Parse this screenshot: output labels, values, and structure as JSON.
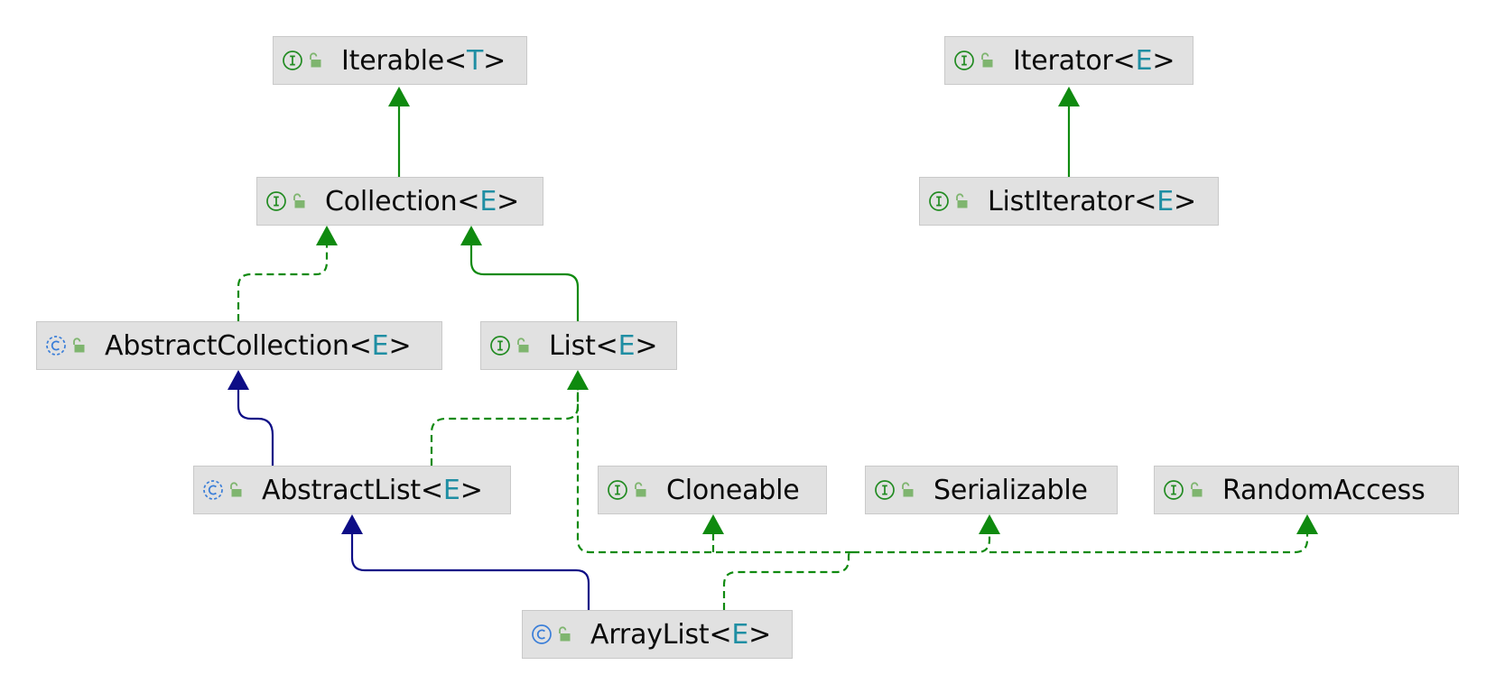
{
  "diagram": {
    "colors": {
      "interface_icon": "#218b21",
      "abstract_class_icon": "#3a7ed8",
      "class_icon": "#3a7ed8",
      "lock_icon": "#7fb56f",
      "implements_edge": "#0f8a0f",
      "extends_class_edge": "#0d0d86",
      "type_param": "#1f8ea3"
    },
    "nodes": [
      {
        "id": "iterable",
        "kind": "interface",
        "name": "Iterable",
        "type_param": "T"
      },
      {
        "id": "iterator",
        "kind": "interface",
        "name": "Iterator",
        "type_param": "E"
      },
      {
        "id": "collection",
        "kind": "interface",
        "name": "Collection",
        "type_param": "E"
      },
      {
        "id": "listiterator",
        "kind": "interface",
        "name": "ListIterator",
        "type_param": "E"
      },
      {
        "id": "abstractcollection",
        "kind": "abstract-class",
        "name": "AbstractCollection",
        "type_param": "E"
      },
      {
        "id": "list",
        "kind": "interface",
        "name": "List",
        "type_param": "E"
      },
      {
        "id": "abstractlist",
        "kind": "abstract-class",
        "name": "AbstractList",
        "type_param": "E"
      },
      {
        "id": "cloneable",
        "kind": "interface",
        "name": "Cloneable",
        "type_param": ""
      },
      {
        "id": "serializable",
        "kind": "interface",
        "name": "Serializable",
        "type_param": ""
      },
      {
        "id": "randomaccess",
        "kind": "interface",
        "name": "RandomAccess",
        "type_param": ""
      },
      {
        "id": "arraylist",
        "kind": "class",
        "name": "ArrayList",
        "type_param": "E"
      }
    ],
    "edges": [
      {
        "from": "collection",
        "to": "iterable",
        "style": "interface-extends"
      },
      {
        "from": "listiterator",
        "to": "iterator",
        "style": "interface-extends"
      },
      {
        "from": "list",
        "to": "collection",
        "style": "interface-extends"
      },
      {
        "from": "abstractcollection",
        "to": "collection",
        "style": "implements"
      },
      {
        "from": "abstractlist",
        "to": "abstractcollection",
        "style": "class-extends"
      },
      {
        "from": "abstractlist",
        "to": "list",
        "style": "implements"
      },
      {
        "from": "arraylist",
        "to": "abstractlist",
        "style": "class-extends"
      },
      {
        "from": "arraylist",
        "to": "list",
        "style": "implements"
      },
      {
        "from": "arraylist",
        "to": "cloneable",
        "style": "implements"
      },
      {
        "from": "arraylist",
        "to": "serializable",
        "style": "implements"
      },
      {
        "from": "arraylist",
        "to": "randomaccess",
        "style": "implements"
      }
    ]
  }
}
